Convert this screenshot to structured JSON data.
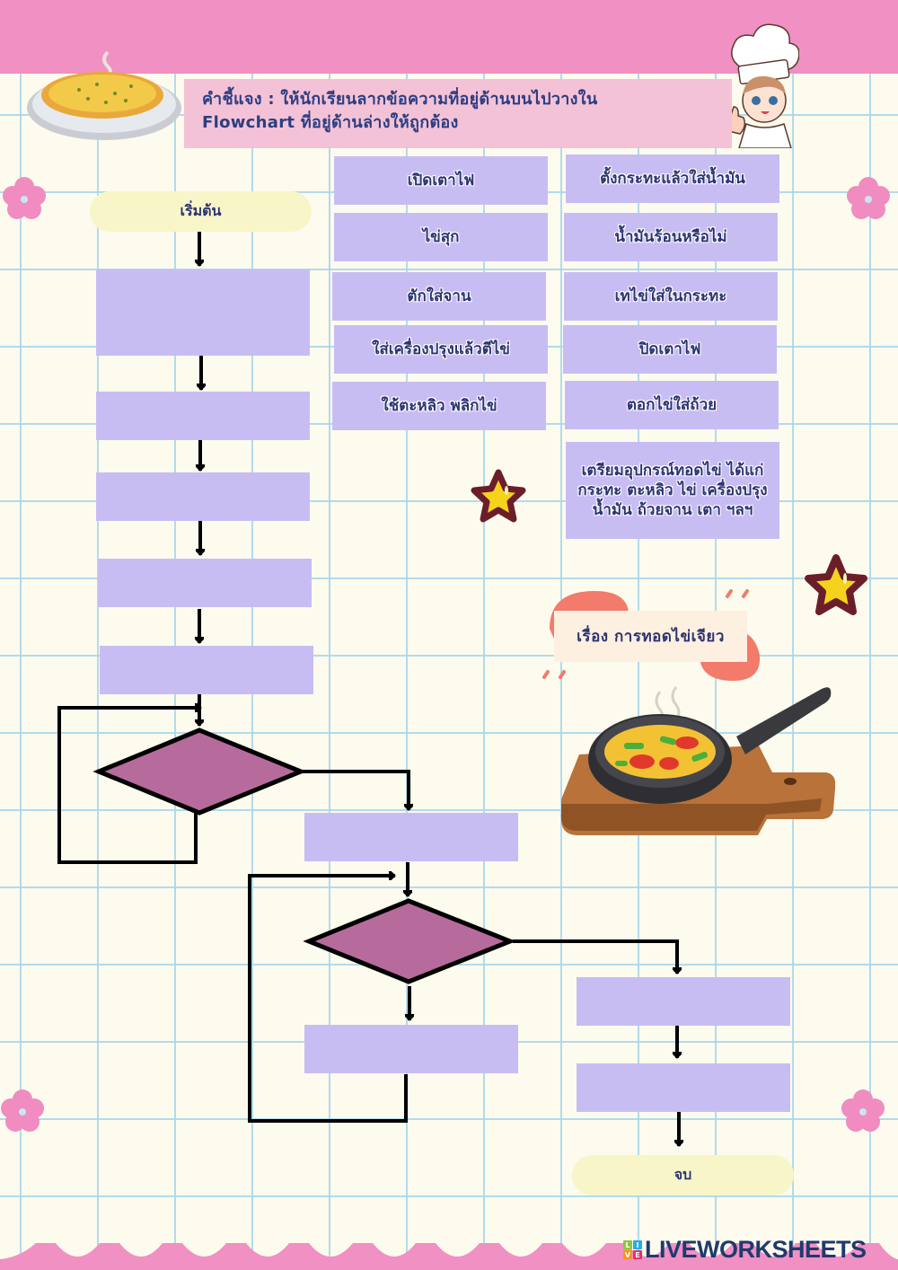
{
  "instructions": {
    "line1": "คำชี้แจง : ให้นักเรียนลากข้อความที่อยู่ด้านบนไปวางใน",
    "line2": "Flowchart ที่อยู่ด้านล่างให้ถูกต้อง"
  },
  "topic": "เรื่อง   การทอดไข่เจียว",
  "answer_cards": [
    {
      "label": "เปิดเตาไฟ"
    },
    {
      "label": "ตั้งกระทะแล้วใส่น้ำมัน"
    },
    {
      "label": "ไข่สุก"
    },
    {
      "label": "น้ำมันร้อนหรือไม่"
    },
    {
      "label": "ตักใส่จาน"
    },
    {
      "label": "เทไข่ใส่ในกระทะ"
    },
    {
      "label": "ใส่เครื่องปรุงแล้วตีไข่"
    },
    {
      "label": "ปิดเตาไฟ"
    },
    {
      "label": "ใช้ตะหลิว  พลิกไข่"
    },
    {
      "label": "ตอกไข่ใส่ถ้วย"
    },
    {
      "label": "เตรียมอุปกรณ์ทอดไข่ ได้แก่ กระทะ ตะหลิว ไข่ เครื่องปรุง น้ำมัน ถ้วยจาน เตา ฯลฯ"
    }
  ],
  "flowchart": {
    "start_label": "เริ่มต้น",
    "end_label": "จบ",
    "drop_slots": 9,
    "decision_slots": 2
  },
  "branding": {
    "logo_letters": [
      "L",
      "I",
      "V",
      "E"
    ],
    "logo_colors": [
      "#8cc63f",
      "#29abe2",
      "#f7931e",
      "#e5316e"
    ],
    "name": "LIVEWORKSHEETS"
  },
  "colors": {
    "band_pink": "#f190c3",
    "card_purple": "#c8bdf3",
    "decision_mauve": "#b76b9c",
    "terminal_yellow": "#f8f6c8",
    "text_navy": "#2c3470"
  }
}
